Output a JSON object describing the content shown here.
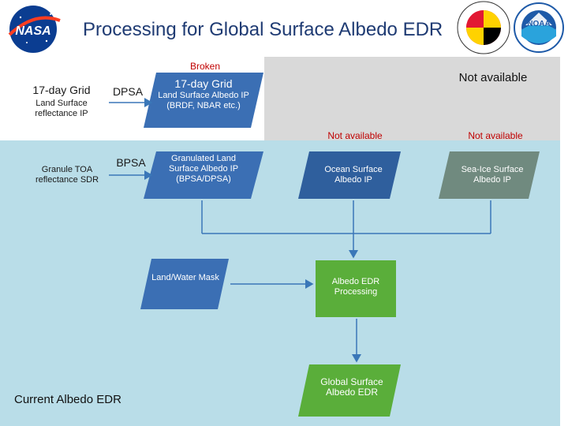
{
  "header": {
    "title": "Processing for Global Surface Albedo EDR",
    "logos": [
      "NASA",
      "University of Maryland",
      "NOAA"
    ]
  },
  "status": {
    "broken": "Broken",
    "not_available_top": "Not available",
    "not_available_ocean": "Not available",
    "not_available_seaice": "Not available"
  },
  "nodes": {
    "grid_refl": {
      "line1": "17-day Grid",
      "line2": "Land Surface reflectance IP"
    },
    "dpsa": "DPSA",
    "bpsa": "BPSA",
    "grid_albedo": {
      "line1": "17-day Grid",
      "line2": "Land Surface Albedo IP (BRDF, NBAR etc.)"
    },
    "granule_toa": "Granule TOA reflectance SDR",
    "granulated_albedo": "Granulated Land Surface Albedo IP (BPSA/DPSA)",
    "ocean_albedo": "Ocean Surface Albedo IP",
    "seaice_albedo": "Sea-Ice Surface Albedo IP",
    "land_water_mask": "Land/Water Mask",
    "edr_processing": "Albedo EDR Processing",
    "global_edr": "Global Surface Albedo EDR"
  },
  "colors": {
    "title": "#1f3b73",
    "parallelogram_blue": "#3b6fb4",
    "parallelogram_green": "#5aae3a",
    "ocean_fill": "#2f5f9d",
    "seaice_fill": "#708a7f",
    "broken_red": "#c00000",
    "region_grey": "#d9d9d9",
    "region_blue": "#b9dde8"
  },
  "footer": {
    "caption": "Current Albedo EDR"
  }
}
